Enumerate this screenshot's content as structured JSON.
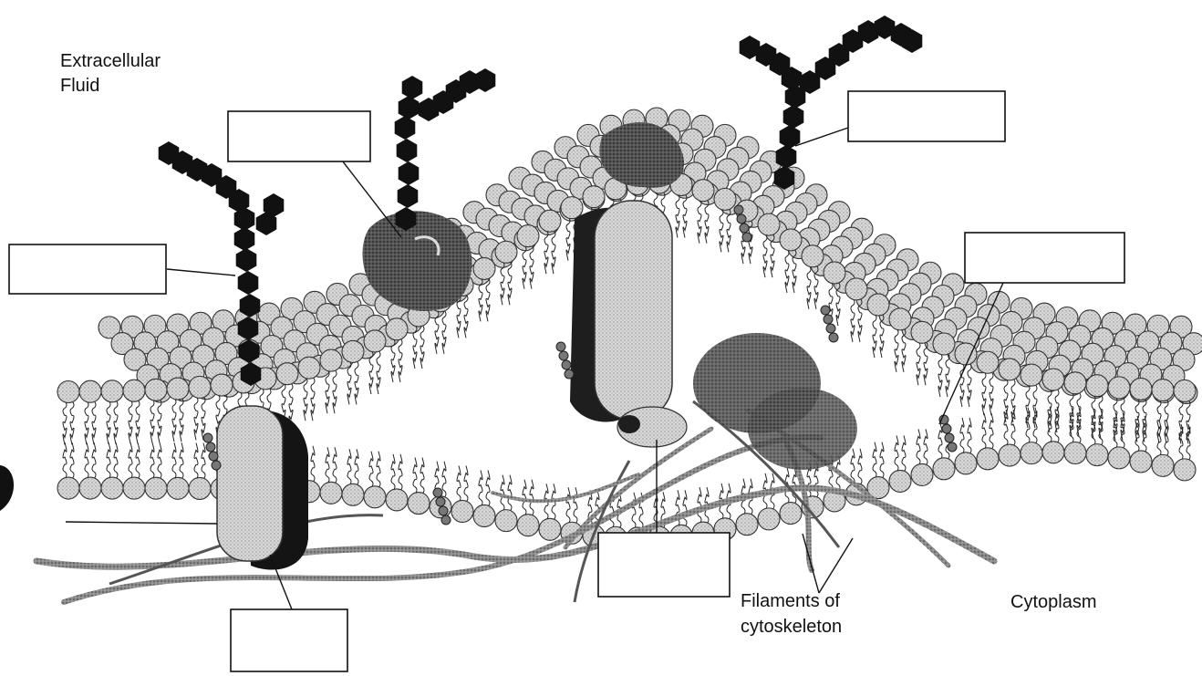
{
  "labels": {
    "extracellular_line1": "Extracellular",
    "extracellular_line2": "Fluid",
    "filaments_line1": "Filaments of",
    "filaments_line2": "cytoskeleton",
    "cytoplasm": "Cytoplasm"
  },
  "answer_boxes": [
    "",
    "",
    "",
    "",
    "",
    ""
  ],
  "colors": {
    "phospholipid_head": "#cfcfcf",
    "dark_protein": "#3a3a3a",
    "light_protein": "#c8c8c8",
    "carbohydrate": "#111111",
    "filament": "#9a9a9a",
    "cholesterol": "#6a6a6a"
  }
}
